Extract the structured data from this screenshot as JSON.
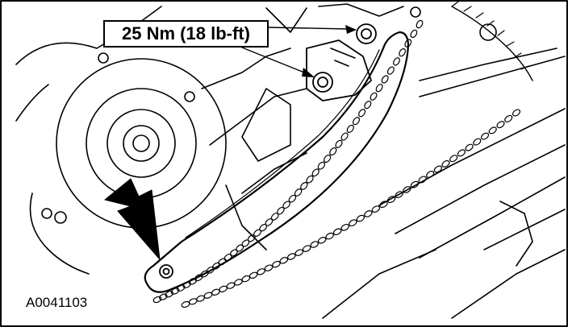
{
  "callout": {
    "torque_label": "25 Nm (18 lb-ft)"
  },
  "figure": {
    "id_label": "A0041103"
  },
  "icons": [
    "bolt-icon",
    "arrow-icon",
    "timing-chain",
    "chain-guide"
  ],
  "colors": {
    "ink": "#000000",
    "paper": "#ffffff"
  }
}
